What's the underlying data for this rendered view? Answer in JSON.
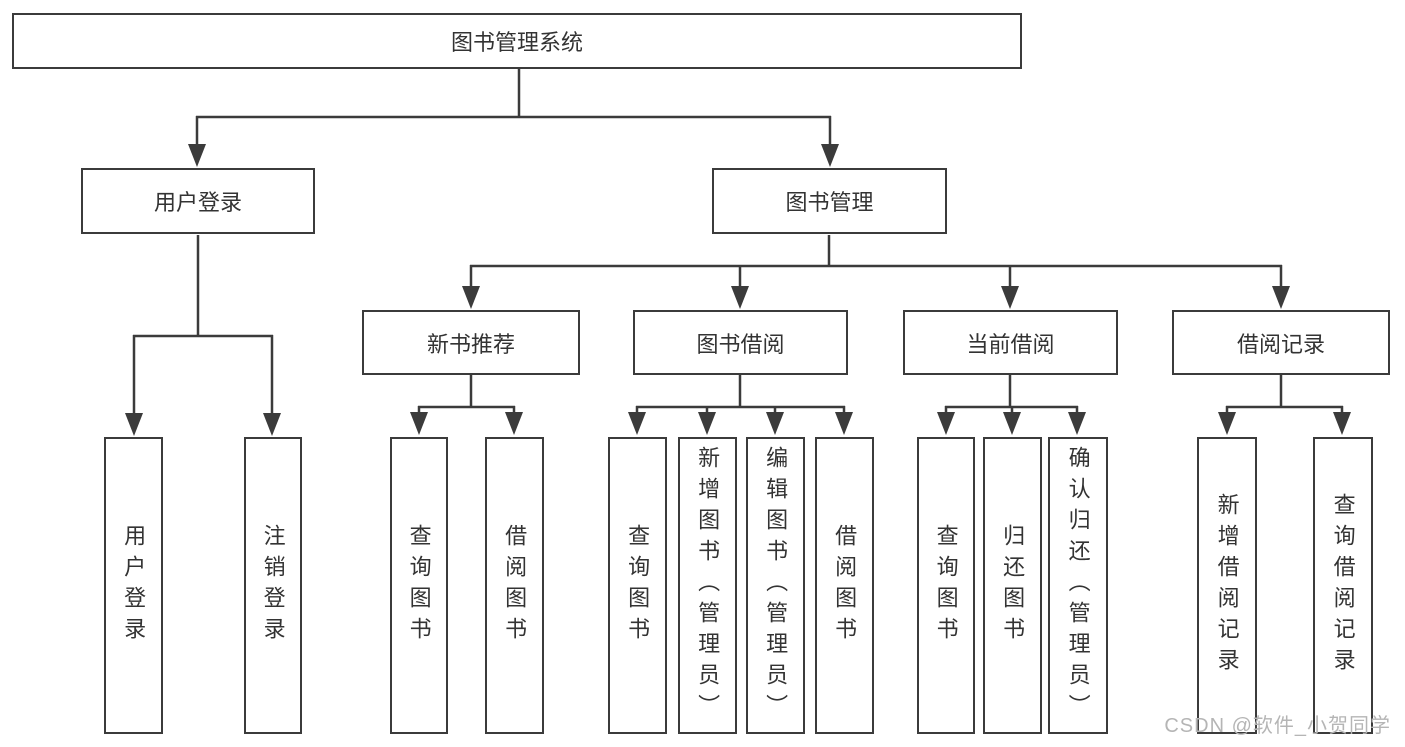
{
  "tree": {
    "root": "图书管理系统",
    "children": [
      {
        "label": "用户登录",
        "children": [
          {
            "label": "用户登录"
          },
          {
            "label": "注销登录"
          }
        ]
      },
      {
        "label": "图书管理",
        "children": [
          {
            "label": "新书推荐",
            "children": [
              {
                "label": "查询图书"
              },
              {
                "label": "借阅图书"
              }
            ]
          },
          {
            "label": "图书借阅",
            "children": [
              {
                "label": "查询图书"
              },
              {
                "label": "新增图书（管理员）"
              },
              {
                "label": "编辑图书（管理员）"
              },
              {
                "label": "借阅图书"
              }
            ]
          },
          {
            "label": "当前借阅",
            "children": [
              {
                "label": "查询图书"
              },
              {
                "label": "归还图书"
              },
              {
                "label": "确认归还（管理员）"
              }
            ]
          },
          {
            "label": "借阅记录",
            "children": [
              {
                "label": "新增借阅记录"
              },
              {
                "label": "查询借阅记录"
              }
            ]
          }
        ]
      }
    ]
  },
  "watermark": {
    "text": "CSDN @软件_小贺同学"
  },
  "colors": {
    "line": "#3b3b3b",
    "box_border": "#3b3b3b",
    "text": "#333333",
    "background": "#ffffff",
    "watermark": "#b5b5b5"
  }
}
